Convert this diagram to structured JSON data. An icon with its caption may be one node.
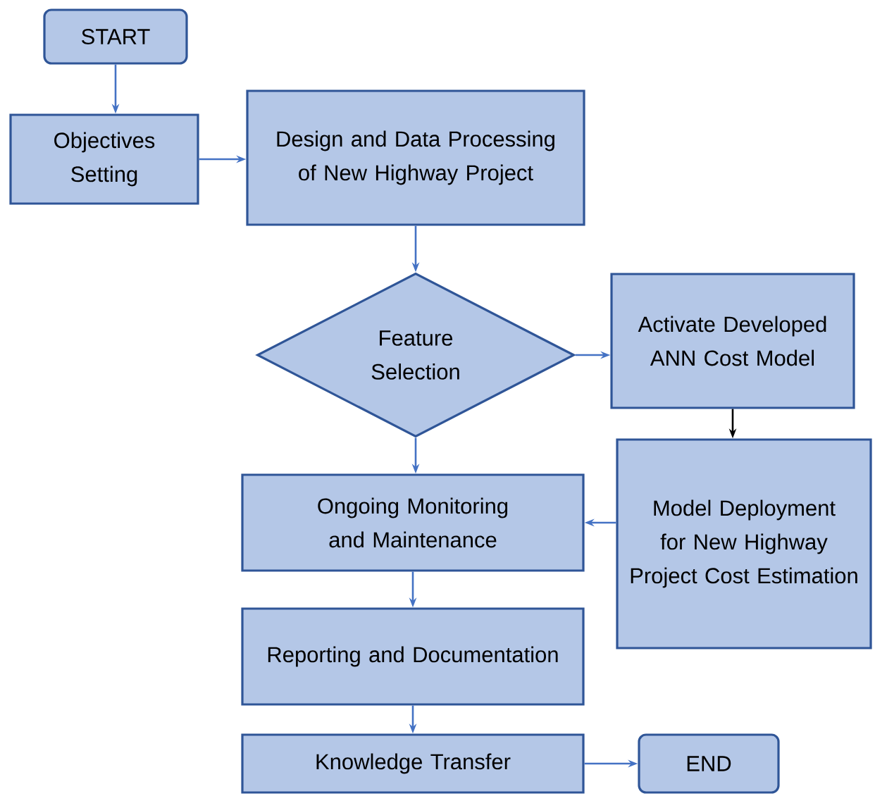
{
  "diagram": {
    "nodes": [
      {
        "text": [
          "START"
        ]
      },
      {
        "text": [
          "Objectives Setting"
        ]
      },
      {
        "text": [
          "Design and Data Processing of New Highway Project"
        ]
      },
      {
        "text": [
          "Feature Selection"
        ]
      },
      {
        "text": [
          "Activate Developed ANN Cost Model"
        ]
      },
      {
        "text": [
          "Ongoing Monitoring and Maintenance"
        ]
      },
      {
        "text": [
          "Model Deployment for New Highway Project Cost Estimation"
        ]
      },
      {
        "text": [
          "Reporting and Documentation"
        ]
      },
      {
        "text": [
          "Knowledge Transfer"
        ]
      },
      {
        "text": [
          "END"
        ]
      }
    ],
    "edges": [
      {
        "from": 0,
        "to": 1,
        "arrow": "to"
      },
      {
        "from": 1,
        "to": 2,
        "arrow": "to"
      },
      {
        "from": 2,
        "to": 3,
        "arrow": "to"
      },
      {
        "from": 3,
        "to": 4,
        "arrow": "to"
      },
      {
        "from": 4,
        "to": 6,
        "arrow": "to",
        "color": "#000000"
      },
      {
        "from": 3,
        "to": 5,
        "arrow": "to"
      },
      {
        "from": 6,
        "to": 5,
        "arrow": "to"
      },
      {
        "from": 5,
        "to": 7,
        "arrow": "to"
      },
      {
        "from": 7,
        "to": 8,
        "arrow": "to"
      },
      {
        "from": 8,
        "to": 9,
        "arrow": "to"
      }
    ]
  }
}
